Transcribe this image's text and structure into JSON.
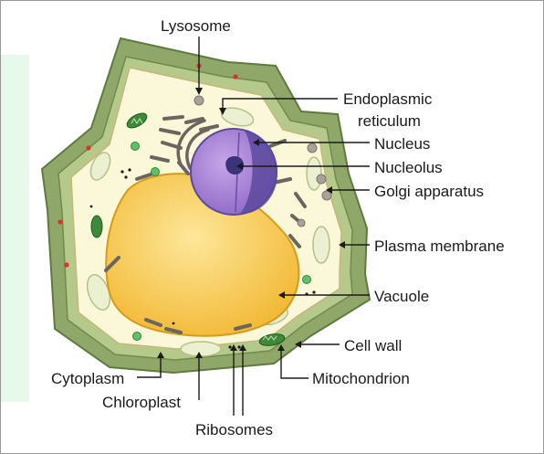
{
  "labels": {
    "lysosome": "Lysosome",
    "endoplasmic_reticulum_line1": "Endoplasmic",
    "endoplasmic_reticulum_line2": "reticulum",
    "nucleus": "Nucleus",
    "nucleolus": "Nucleolus",
    "golgi_apparatus": "Golgi apparatus",
    "plasma_membrane": "Plasma membrane",
    "vacuole": "Vacuole",
    "cell_wall": "Cell wall",
    "mitochondrion": "Mitochondrion",
    "cytoplasm": "Cytoplasm",
    "chloroplast": "Chloroplast",
    "ribosomes": "Ribosomes"
  },
  "colors": {
    "background": "#ffffff",
    "accent_left_band": "#e7f9ea",
    "cell_wall": "#8fa86a",
    "cell_wall_inner": "#b5c98a",
    "cytoplasm": "#fbf8d9",
    "vacuole": "#f7c94a",
    "nucleus": "#9f7ad0",
    "nucleus_dark": "#5b4a9e",
    "chloroplast": "#eaf0d0",
    "mitochondrion": "#3f8a3a",
    "er": "#6b6560",
    "lysosome": "#a8a29a",
    "cell_wall_dots": "#d8342c",
    "leader_lines": "#1a1a1a"
  }
}
